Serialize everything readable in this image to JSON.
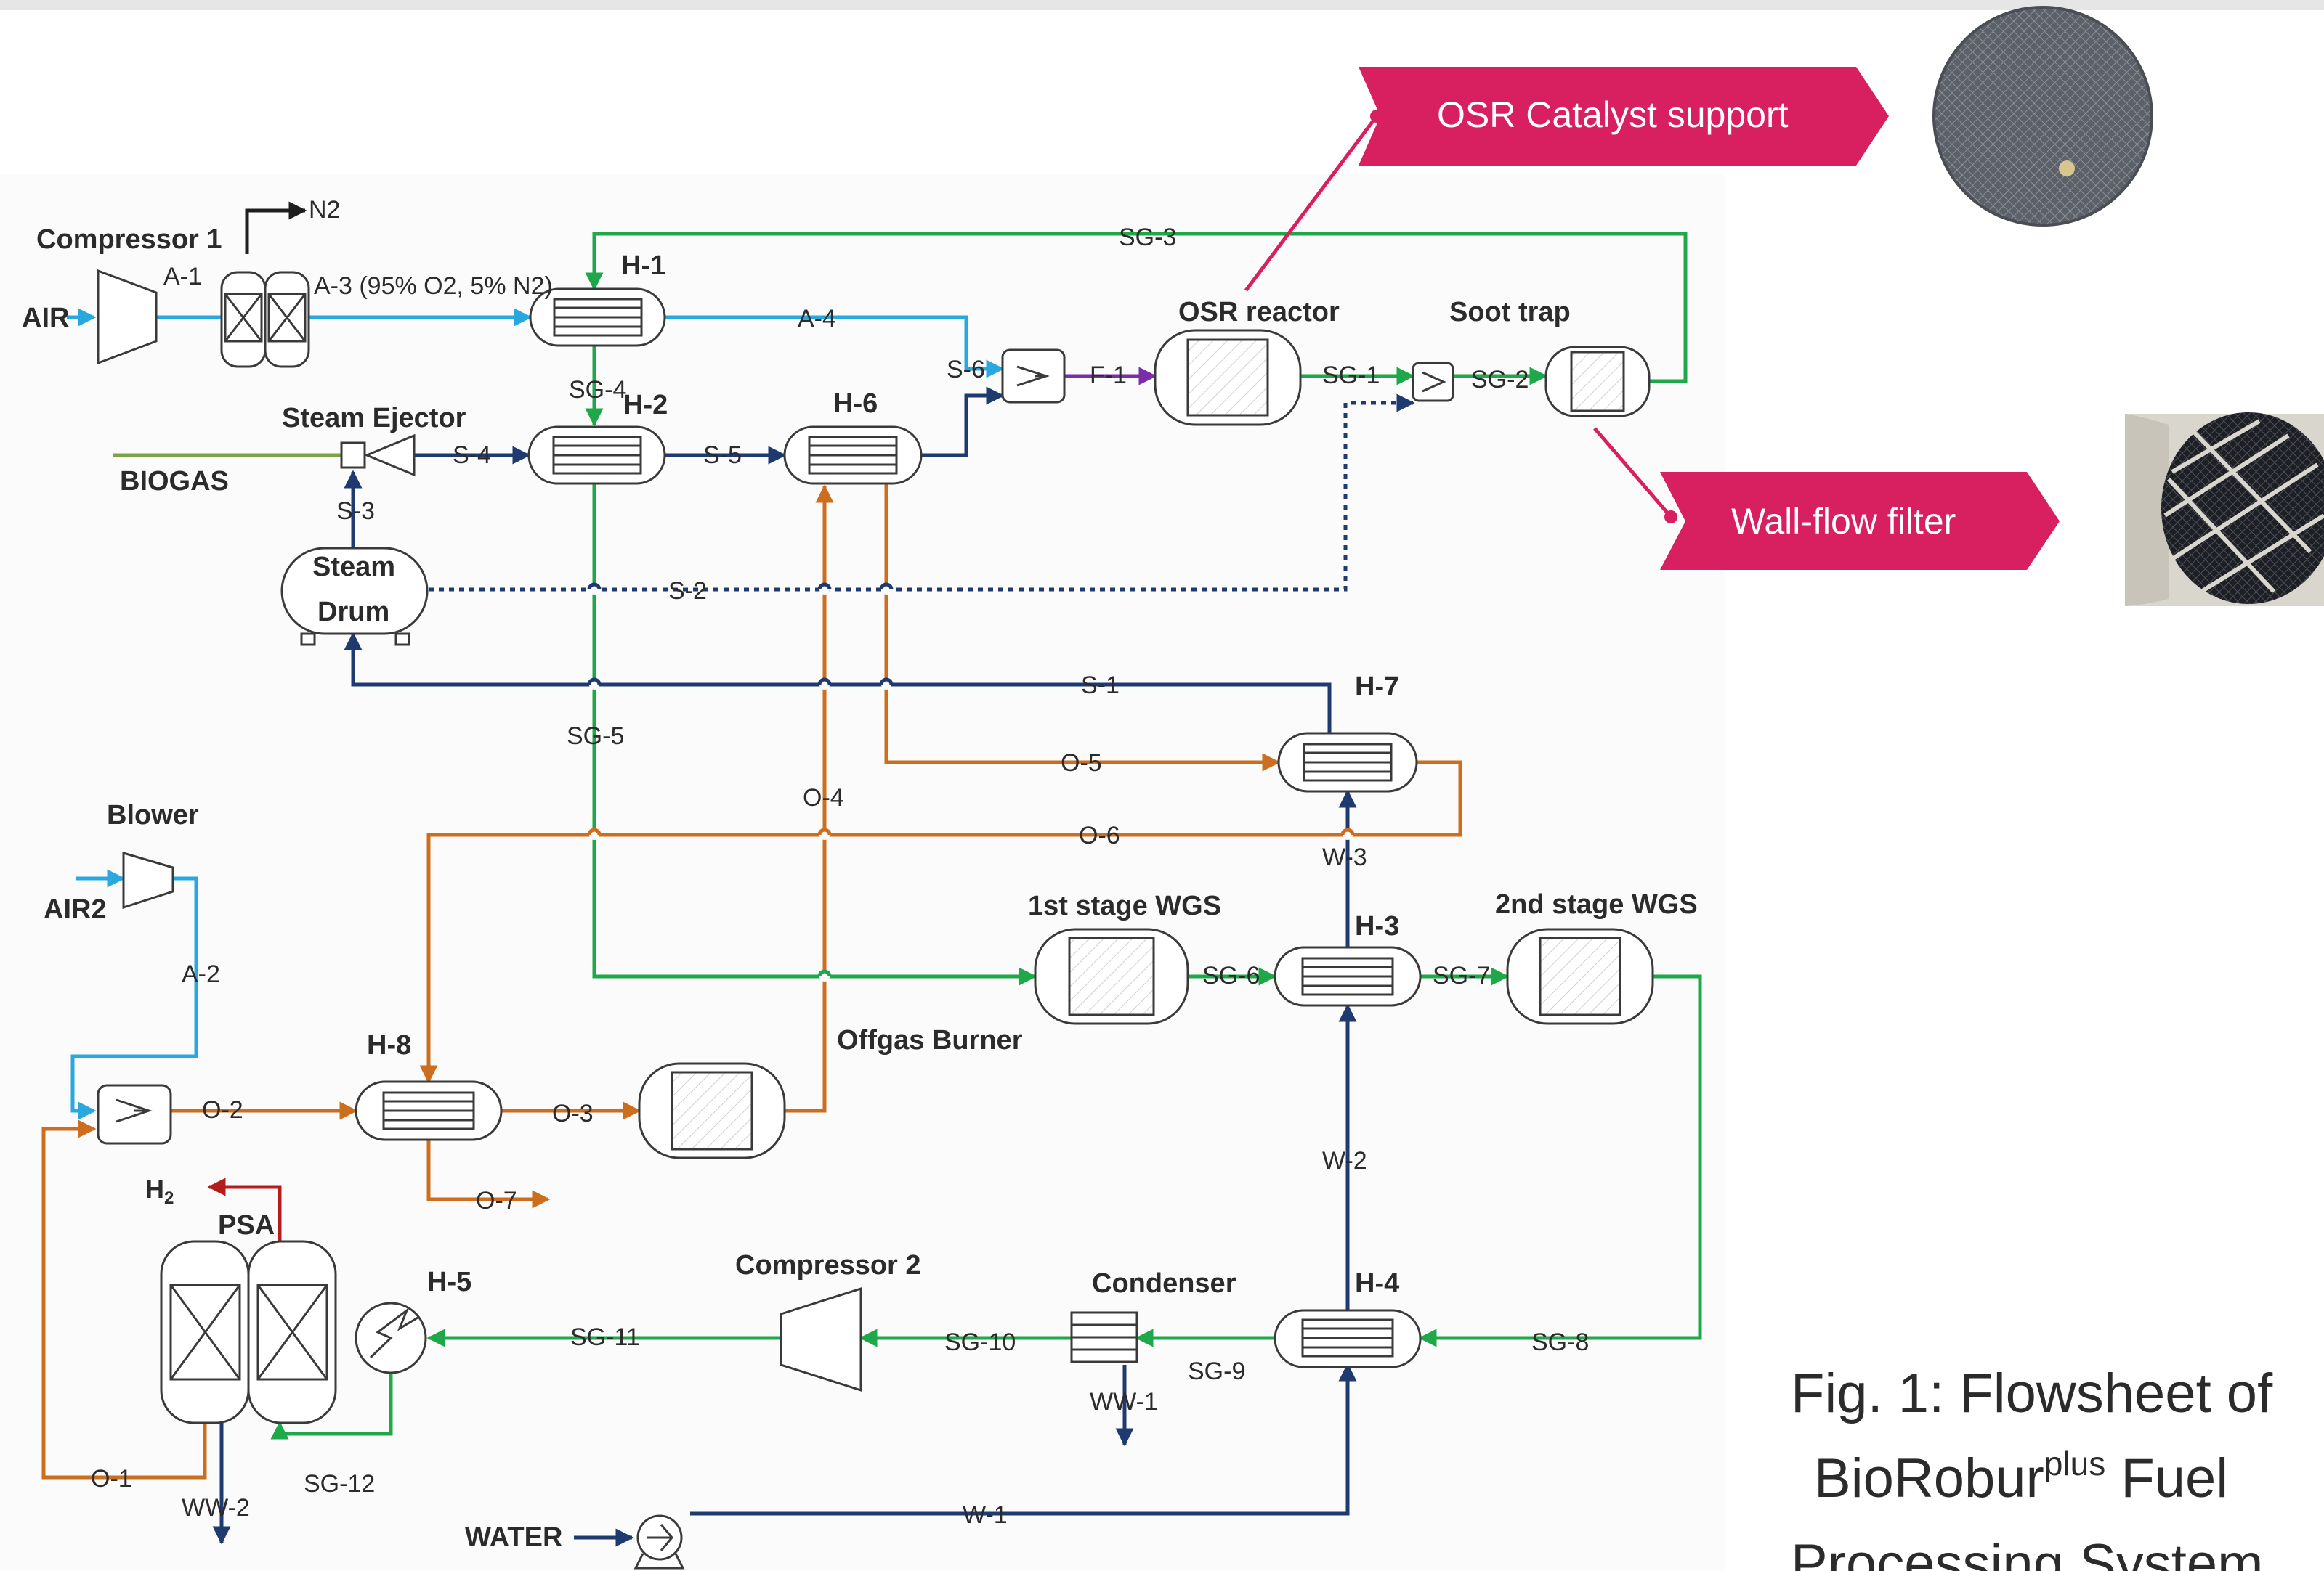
{
  "callouts": {
    "osr_support": "OSR Catalyst support",
    "wall_flow": "Wall-flow filter"
  },
  "units": {
    "compressor1": "Compressor 1",
    "osr_reactor": "OSR reactor",
    "soot_trap": "Soot trap",
    "steam_ejector": "Steam Ejector",
    "steam_drum_1": "Steam",
    "steam_drum_2": "Drum",
    "blower": "Blower",
    "stage1_wgs": "1st stage WGS",
    "stage2_wgs": "2nd stage WGS",
    "offgas_burner": "Offgas Burner",
    "psa": "PSA",
    "compressor2": "Compressor 2",
    "condenser": "Condenser",
    "h1": "H-1",
    "h2": "H-2",
    "h3": "H-3",
    "h4": "H-4",
    "h5": "H-5",
    "h6": "H-6",
    "h7": "H-7",
    "h8": "H-8"
  },
  "inputs": {
    "air": "AIR",
    "air2": "AIR2",
    "biogas": "BIOGAS",
    "water": "WATER",
    "n2": "N2",
    "h2_main": "H",
    "h2_sub": "2"
  },
  "streams": {
    "a1": "A-1",
    "a2": "A-2",
    "a3": "A-3 (95% O2, 5% N2)",
    "a4": "A-4",
    "f1": "F-1",
    "s1": "S-1",
    "s2": "S-2",
    "s3": "S-3",
    "s4": "S-4",
    "s5": "S-5",
    "s6": "S-6",
    "sg1": "SG-1",
    "sg2": "SG-2",
    "sg3": "SG-3",
    "sg4": "SG-4",
    "sg5": "SG-5",
    "sg6": "SG-6",
    "sg7": "SG-7",
    "sg8": "SG-8",
    "sg9": "SG-9",
    "sg10": "SG-10",
    "sg11": "SG-11",
    "sg12": "SG-12",
    "o1": "O-1",
    "o2": "O-2",
    "o3": "O-3",
    "o4": "O-4",
    "o5": "O-5",
    "o6": "O-6",
    "o7": "O-7",
    "w1": "W-1",
    "w2": "W-2",
    "w3": "W-3",
    "ww1": "WW-1",
    "ww2": "WW-2"
  },
  "caption": {
    "line1": "Fig. 1: Flowsheet of",
    "line2_a": "BioRobur",
    "line2_sup": "plus",
    "line2_b": " Fuel",
    "line3": "Processing System"
  },
  "colors": {
    "air": "#29a8e0",
    "syngas": "#1fa84a",
    "steam": "#1f3a6e",
    "offgas": "#cc6e1e",
    "water": "#1f3a6e",
    "feed": "#7a2fa8",
    "biogas": "#7da34a",
    "hydrogen": "#b51d1d",
    "callout": "#d81f5f"
  }
}
